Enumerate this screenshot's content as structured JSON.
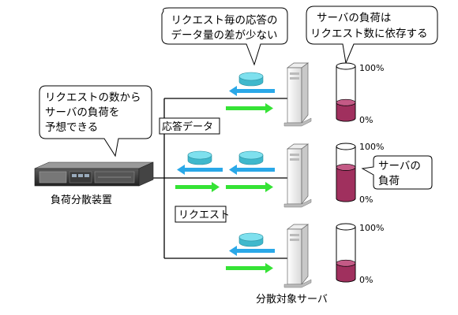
{
  "callouts": {
    "variance_line1": "リクエスト毎の応答の",
    "variance_line2": "データ量の差が少ない",
    "load_line1": "サーバの負荷は",
    "load_line2": "リクエスト数に依存する",
    "predict_line1": "リクエストの数から",
    "predict_line2": "サーバの負荷を",
    "predict_line3": "予想できる",
    "server_load_line1": "サーバの",
    "server_load_line2": "負荷"
  },
  "labels": {
    "response_data": "応答データ",
    "request": "リクエスト",
    "load_balancer": "負荷分散装置",
    "target_servers": "分散対象サーバ"
  },
  "gauge": {
    "max_label": "100%",
    "min_label": "0%"
  },
  "gauges": [
    {
      "level": 0.3
    },
    {
      "level": 0.6
    },
    {
      "level": 0.3
    }
  ],
  "colors": {
    "response_arrow": "#2aa8e8",
    "request_arrow": "#35e335",
    "data_packet": "#5cd4e6",
    "load_fill": "#a0305e"
  }
}
